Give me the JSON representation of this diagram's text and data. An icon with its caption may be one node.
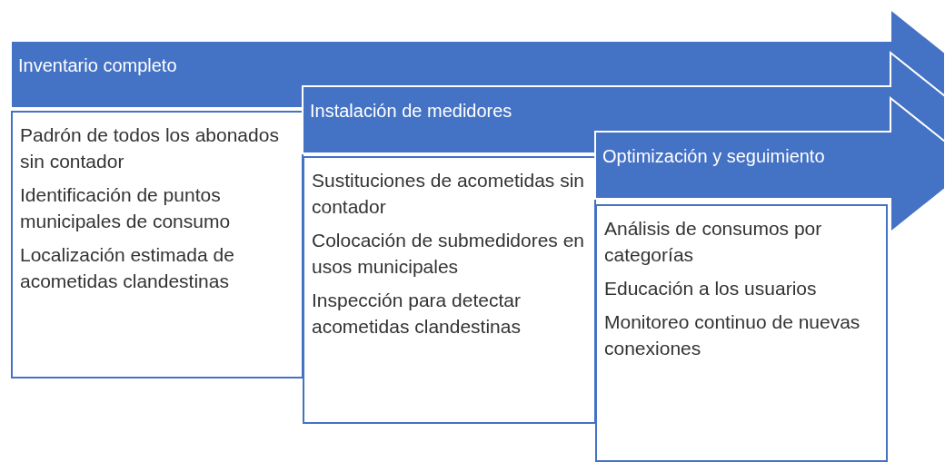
{
  "diagram": {
    "nodes": [
      {
        "text": [
          "Inventario completo"
        ]
      },
      {
        "text": [
          "Padrón de todos los abonados sin contador",
          "Identificación de puntos municipales de consumo",
          "Localización estimada de acometidas clandestinas"
        ]
      },
      {
        "text": [
          "Instalación de medidores"
        ]
      },
      {
        "text": [
          "Sustituciones de acometidas sin contador",
          "Colocación de submedidores en usos municipales",
          "Inspección para detectar acometidas clandestinas"
        ]
      },
      {
        "text": [
          "Optimización y seguimiento"
        ]
      },
      {
        "text": [
          "Análisis de consumos por categorías",
          "Educación a los usuarios",
          "Monitoreo continuo de nuevas conexiones"
        ]
      }
    ]
  }
}
